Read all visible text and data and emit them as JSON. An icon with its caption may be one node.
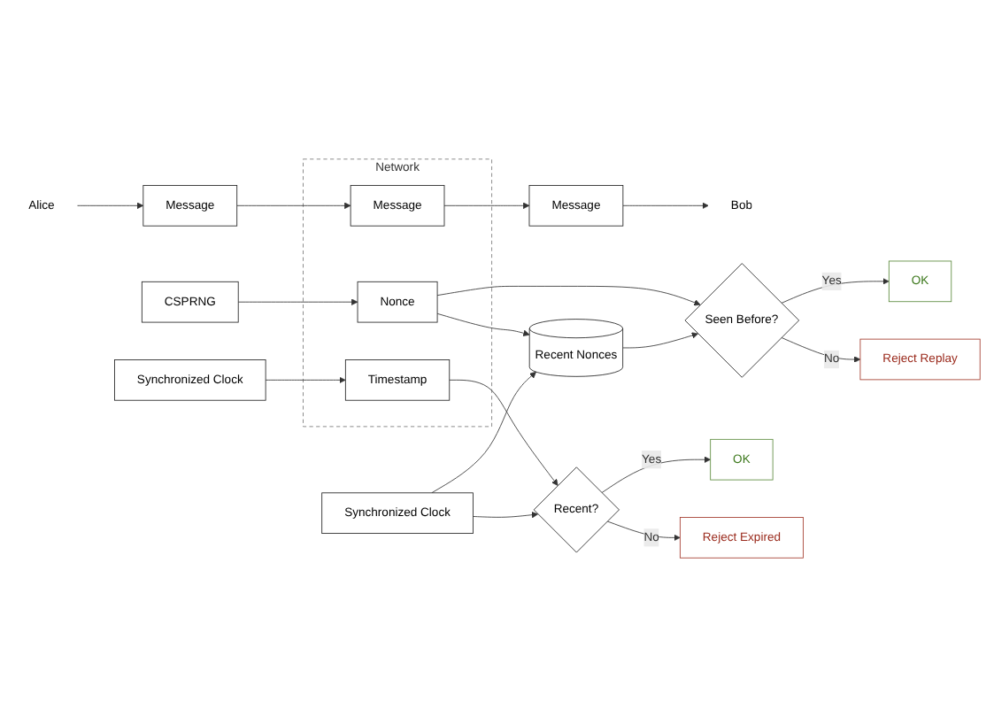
{
  "diagram": {
    "nodes": [
      {
        "text": [
          "Alice"
        ]
      },
      {
        "text": [
          "Message"
        ]
      },
      {
        "text": [
          "Bob"
        ]
      },
      {
        "text": [
          "Message"
        ]
      },
      {
        "text": [
          "CSPRNG"
        ]
      },
      {
        "text": [
          "Synchronized Clock"
        ]
      },
      {
        "text": [
          "Network"
        ]
      },
      {
        "text": [
          "Timestamp"
        ],
        "in": 6
      },
      {
        "text": [
          "Nonce"
        ],
        "in": 6
      },
      {
        "text": [
          "Message"
        ],
        "in": 6
      },
      {
        "text": [
          "Seen Before?"
        ]
      },
      {
        "text": [
          "Recent Nonces"
        ]
      },
      {
        "text": [
          "Synchronized Clock"
        ]
      },
      {
        "text": [
          "Recent?"
        ]
      },
      {
        "text": [
          "OK"
        ]
      },
      {
        "text": [
          "Reject Replay"
        ]
      },
      {
        "text": [
          "OK"
        ]
      },
      {
        "text": [
          "Reject Expired"
        ]
      }
    ],
    "edges": [
      {
        "from": 0,
        "to": 1,
        "arrow": "to"
      },
      {
        "from": 1,
        "to": 9,
        "arrow": "to"
      },
      {
        "from": 4,
        "to": 8,
        "arrow": "to"
      },
      {
        "from": 5,
        "to": 7,
        "arrow": "to"
      },
      {
        "from": 9,
        "to": 3,
        "arrow": "to"
      },
      {
        "from": 3,
        "to": 2,
        "arrow": "to"
      },
      {
        "from": 8,
        "to": 10,
        "arrow": "to"
      },
      {
        "from": 8,
        "to": 11,
        "arrow": "to"
      },
      {
        "from": 7,
        "to": 13,
        "arrow": "to"
      },
      {
        "from": 11,
        "to": 10,
        "arrow": "to"
      },
      {
        "from": 12,
        "to": 11,
        "arrow": "to"
      },
      {
        "from": 12,
        "to": 13,
        "arrow": "to"
      },
      {
        "from": 10,
        "to": 14,
        "label": "Yes",
        "arrow": "to"
      },
      {
        "from": 10,
        "to": 15,
        "label": "No",
        "arrow": "to"
      },
      {
        "from": 13,
        "to": 16,
        "label": "Yes",
        "arrow": "to"
      },
      {
        "from": 13,
        "to": 17,
        "label": "No",
        "arrow": "to"
      }
    ]
  }
}
